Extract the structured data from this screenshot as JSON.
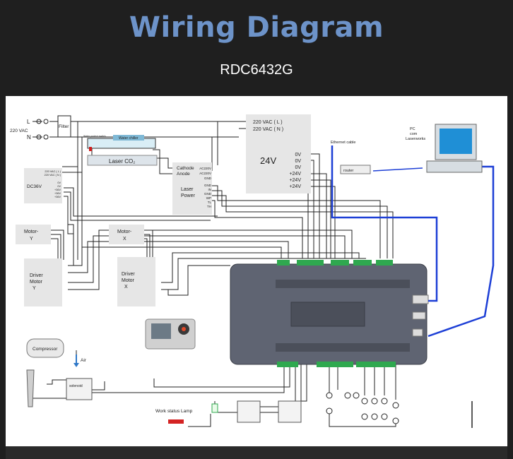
{
  "header": {
    "title": "Wiring Diagram",
    "subtitle": "RDC6432G"
  },
  "diagram": {
    "mains": {
      "l": "L",
      "n": "N",
      "voltage": "220 VAC",
      "filter": "Filter"
    },
    "laser_tube": {
      "label": "Laser CO₂",
      "water_chiller": "Water chiller",
      "protect": "Water protect switch"
    },
    "psu24": {
      "label": "24V",
      "in_l": "220 VAC ( L )",
      "in_n": "220 VAC ( N )",
      "outputs": [
        "0V",
        "0V",
        "0V",
        "+24V",
        "+24V",
        "+24V"
      ]
    },
    "laser_power": {
      "label_1": "Laser",
      "label_2": "Power",
      "cathode": "Cathode",
      "anode": "Anode",
      "ac_terms": [
        "AC220V",
        "AC220V",
        "GND"
      ],
      "sig_terms": [
        "GND",
        "IN",
        "GND",
        "WP",
        "TL",
        "TH"
      ]
    },
    "dc36": {
      "label": "DC36V",
      "terms": [
        "220 VAC ( L )",
        "220 VAC ( N )",
        "0V",
        "0V",
        "+36V",
        "+36V",
        "+36V"
      ]
    },
    "motor_y": {
      "line1": "Motor-",
      "line2": "Y"
    },
    "motor_x": {
      "line1": "Motor-",
      "line2": "X"
    },
    "driver_y": {
      "line1": "Driver",
      "line2": "Motor",
      "line3": "Y"
    },
    "driver_x": {
      "line1": "Driver",
      "line2": "Motor",
      "line3": "X"
    },
    "ethernet": {
      "cable": "Ethernet cable",
      "router": "router"
    },
    "pc": {
      "line1": "PC",
      "line2": "com",
      "line3": "Laserworks"
    },
    "air": {
      "compressor": "Compressor",
      "air": "Air",
      "solenoid": "solenoid"
    },
    "lamp": {
      "label": "Work status Lamp"
    },
    "colors": {
      "header_title": "#6d93c9",
      "background": "#1f1f1f",
      "cable_blue": "#1d3fd6",
      "controller": "#5f6472"
    }
  }
}
